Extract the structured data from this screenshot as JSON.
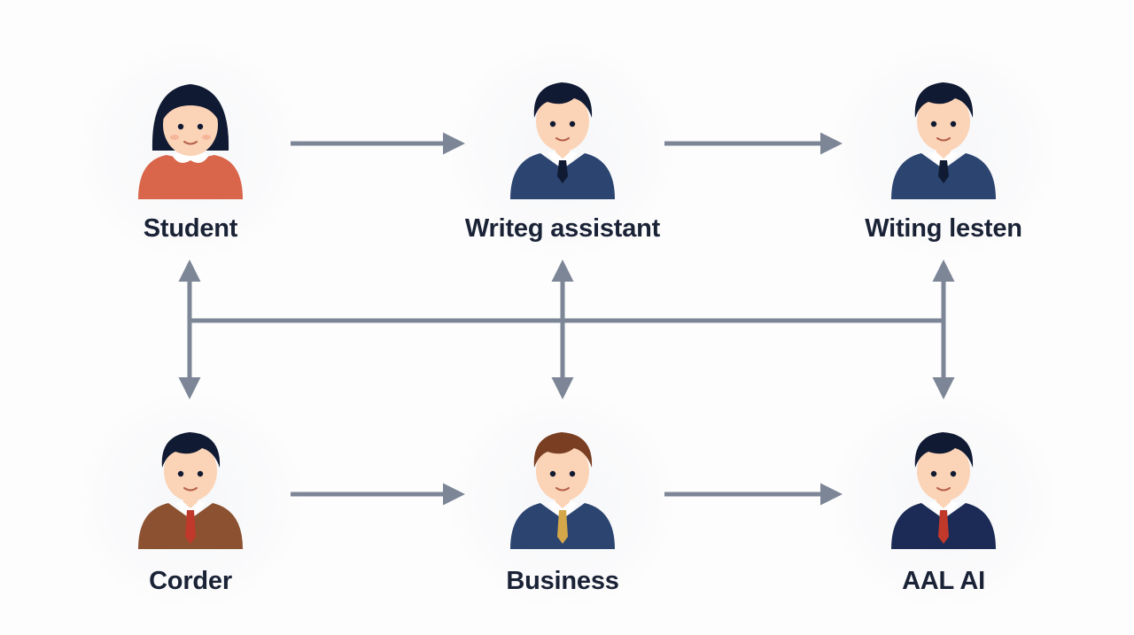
{
  "diagram": {
    "colors": {
      "connector": "#7d8697",
      "label": "#1a2236",
      "skin": "#fbd3b6",
      "hair_dark": "#101a33",
      "hair_brown": "#7a3f22"
    },
    "nodes": [
      {
        "id": "student",
        "label": "Student",
        "icon": "woman-avatar-icon",
        "clothing": "#d9654a"
      },
      {
        "id": "writeg-assistant",
        "label": "Writeg assistant",
        "icon": "man-suit-avatar-icon",
        "clothing": "#2b4470"
      },
      {
        "id": "witing-lesten",
        "label": "Witing lesten",
        "icon": "man-suit-avatar-icon",
        "clothing": "#2b4470"
      },
      {
        "id": "corder",
        "label": "Corder",
        "icon": "man-brown-jacket-avatar-icon",
        "clothing": "#8b5131"
      },
      {
        "id": "business",
        "label": "Business",
        "icon": "man-brown-hair-avatar-icon",
        "clothing": "#2b4470"
      },
      {
        "id": "aal-ai",
        "label": "AAL AI",
        "icon": "man-dark-suit-avatar-icon",
        "clothing": "#1b2b55"
      }
    ],
    "edges": [
      {
        "from": "student",
        "to": "writeg-assistant",
        "type": "one-way"
      },
      {
        "from": "writeg-assistant",
        "to": "witing-lesten",
        "type": "one-way"
      },
      {
        "from": "corder",
        "to": "business",
        "type": "one-way"
      },
      {
        "from": "business",
        "to": "aal-ai",
        "type": "one-way"
      },
      {
        "from": "student",
        "to": "corder",
        "type": "two-way"
      },
      {
        "from": "writeg-assistant",
        "to": "business",
        "type": "two-way"
      },
      {
        "from": "witing-lesten",
        "to": "aal-ai",
        "type": "two-way"
      },
      {
        "from": "student",
        "to": "witing-lesten",
        "type": "line"
      }
    ]
  }
}
